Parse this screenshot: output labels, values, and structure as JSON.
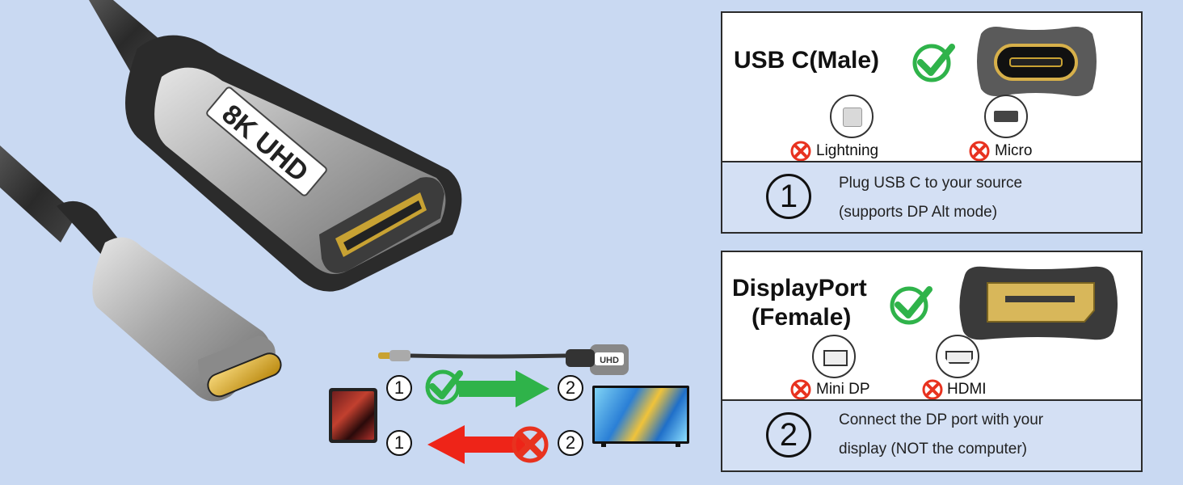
{
  "product": {
    "badge_text": "8K UHD"
  },
  "panel_source": {
    "title": "USB C(Male)",
    "alternatives": [
      {
        "label": "Lightning",
        "icon": "lightning-port-icon"
      },
      {
        "label": "Micro",
        "icon": "micro-usb-port-icon"
      }
    ],
    "step_number": "1",
    "step_line1": "Plug USB C to your source",
    "step_line2": "(supports DP Alt mode)"
  },
  "panel_display": {
    "title_line1": "DisplayPort",
    "title_line2": "(Female)",
    "alternatives": [
      {
        "label": "Mini DP",
        "icon": "mini-dp-port-icon"
      },
      {
        "label": "HDMI",
        "icon": "hdmi-port-icon"
      }
    ],
    "step_number": "2",
    "step_line1": "Connect the DP port with your",
    "step_line2": "display (NOT the computer)"
  },
  "direction_diagram": {
    "forward": {
      "from": "1",
      "to": "2",
      "status": "ok"
    },
    "reverse": {
      "from": "1",
      "to": "2",
      "status": "not-supported"
    }
  },
  "colors": {
    "background": "#c9d9f2",
    "check_green": "#2fb34a",
    "cross_red": "#e8321f",
    "arrow_green": "#2fb34a",
    "arrow_red": "#ee2418"
  }
}
